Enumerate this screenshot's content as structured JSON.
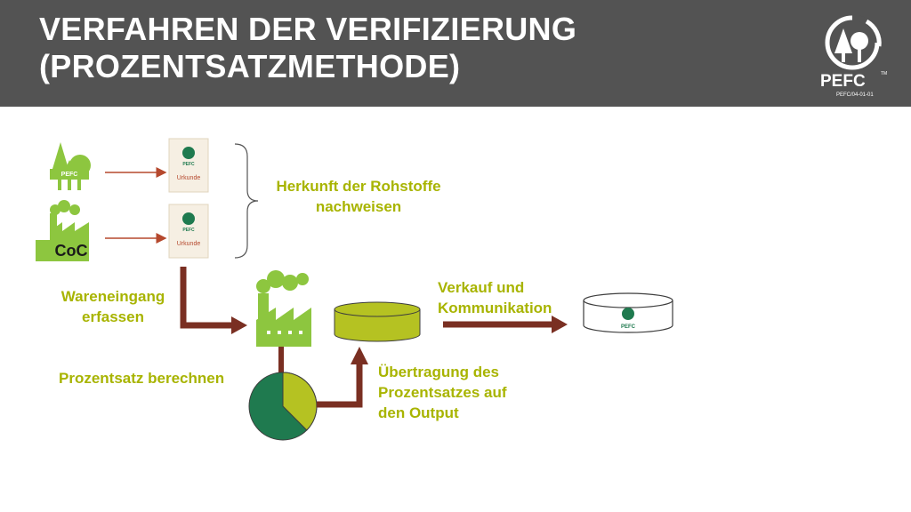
{
  "header": {
    "title_line1": "VERFAHREN DER VERIFIZIERUNG",
    "title_line2": "(PROZENTSATZMETHODE)",
    "logo_text": "PEFC",
    "logo_code": "PEFC/04-01-01",
    "logo_tm": "TM"
  },
  "diagram": {
    "forest_badge": "PEFC",
    "coc_label": "CoC",
    "certificate_label_1": "Urkunde",
    "certificate_label_2": "Urkunde",
    "certificate_logo": "PEFC",
    "output_logo": "PEFC",
    "origin_label": "Herkunft der Rohstoffe nachweisen",
    "origin_line1": "Herkunft der Rohstoffe",
    "origin_line2": "nachweisen",
    "intake_line1": "Wareneingang",
    "intake_line2": "erfassen",
    "percentage_label": "Prozentsatz berechnen",
    "sale_line1": "Verkauf und",
    "sale_line2": "Kommunikation",
    "transfer_line1": "Übertragung des",
    "transfer_line2": "Prozentsatzes auf",
    "transfer_line3": "den Output"
  },
  "colors": {
    "header_bg": "#535353",
    "green_light": "#8dc63f",
    "green_yellow": "#b5c222",
    "green_dark": "#1f7a4f",
    "arrow_brown": "#7a2f22",
    "text_olive": "#a8b400"
  }
}
